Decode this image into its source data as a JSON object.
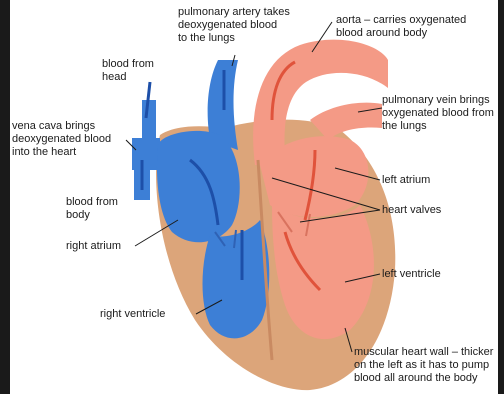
{
  "colors": {
    "deoxygenated": "#3d7fd6",
    "oxygenated": "#f49a86",
    "wall": "#dca57a",
    "arrow_blue": "#1d4fa8",
    "arrow_red": "#e0533b",
    "background": "#ffffff",
    "border": "#1a1a1a"
  },
  "labels": {
    "pulmonary_artery": [
      "pulmonary artery takes",
      "deoxygenated blood",
      "to the lungs"
    ],
    "aorta": [
      "aorta – carries oxygenated",
      "blood around body"
    ],
    "blood_from_head": [
      "blood from",
      "head"
    ],
    "pulmonary_vein": [
      "pulmonary vein brings",
      "oxygenated blood from",
      "the lungs"
    ],
    "vena_cava": [
      "vena cava brings",
      "deoxygenated blood",
      "into the heart"
    ],
    "left_atrium": "left atrium",
    "blood_from_body": [
      "blood from",
      "body"
    ],
    "heart_valves": "heart valves",
    "right_atrium": "right atrium",
    "left_ventricle": "left ventricle",
    "right_ventricle": "right ventricle",
    "heart_wall": [
      "muscular heart wall – thicker",
      "on the left as it has to pump",
      "blood all around the body"
    ]
  }
}
